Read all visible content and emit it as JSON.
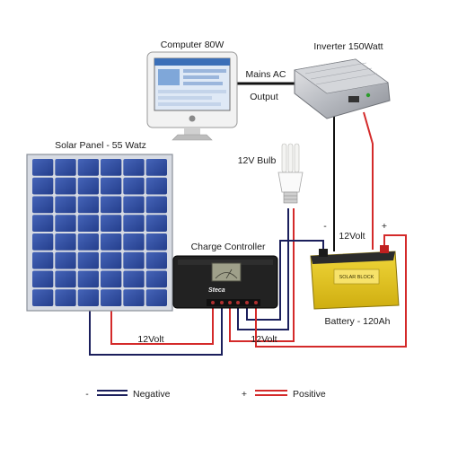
{
  "diagram": {
    "computer_label": "Computer 80W",
    "inverter_label": "Inverter 150Watt",
    "mains_label": "Mains AC",
    "output_label": "Output",
    "bulb_label": "12V Bulb",
    "panel_label": "Solar Panel  - 55 Watz",
    "controller_label": "Charge Controller",
    "controller_brand": "Steca",
    "battery_label": "Battery - 120Ah",
    "battery_brand": "SOLAR BLOCK",
    "wire_label_battery": "12Volt",
    "wire_label_panel": "12Volt",
    "wire_label_bulb": "12Volt",
    "battery_neg": "-",
    "battery_pos": "+",
    "legend_neg_sign": "-",
    "legend_neg_text": "Negative",
    "legend_pos_sign": "+",
    "legend_pos_text": "Positive"
  },
  "colors": {
    "negative_wire": "#1b1f5c",
    "positive_wire": "#d42a2a",
    "battery_body": "#e3c41c",
    "panel_cell": "#2f4da0",
    "controller_body": "#222222"
  }
}
